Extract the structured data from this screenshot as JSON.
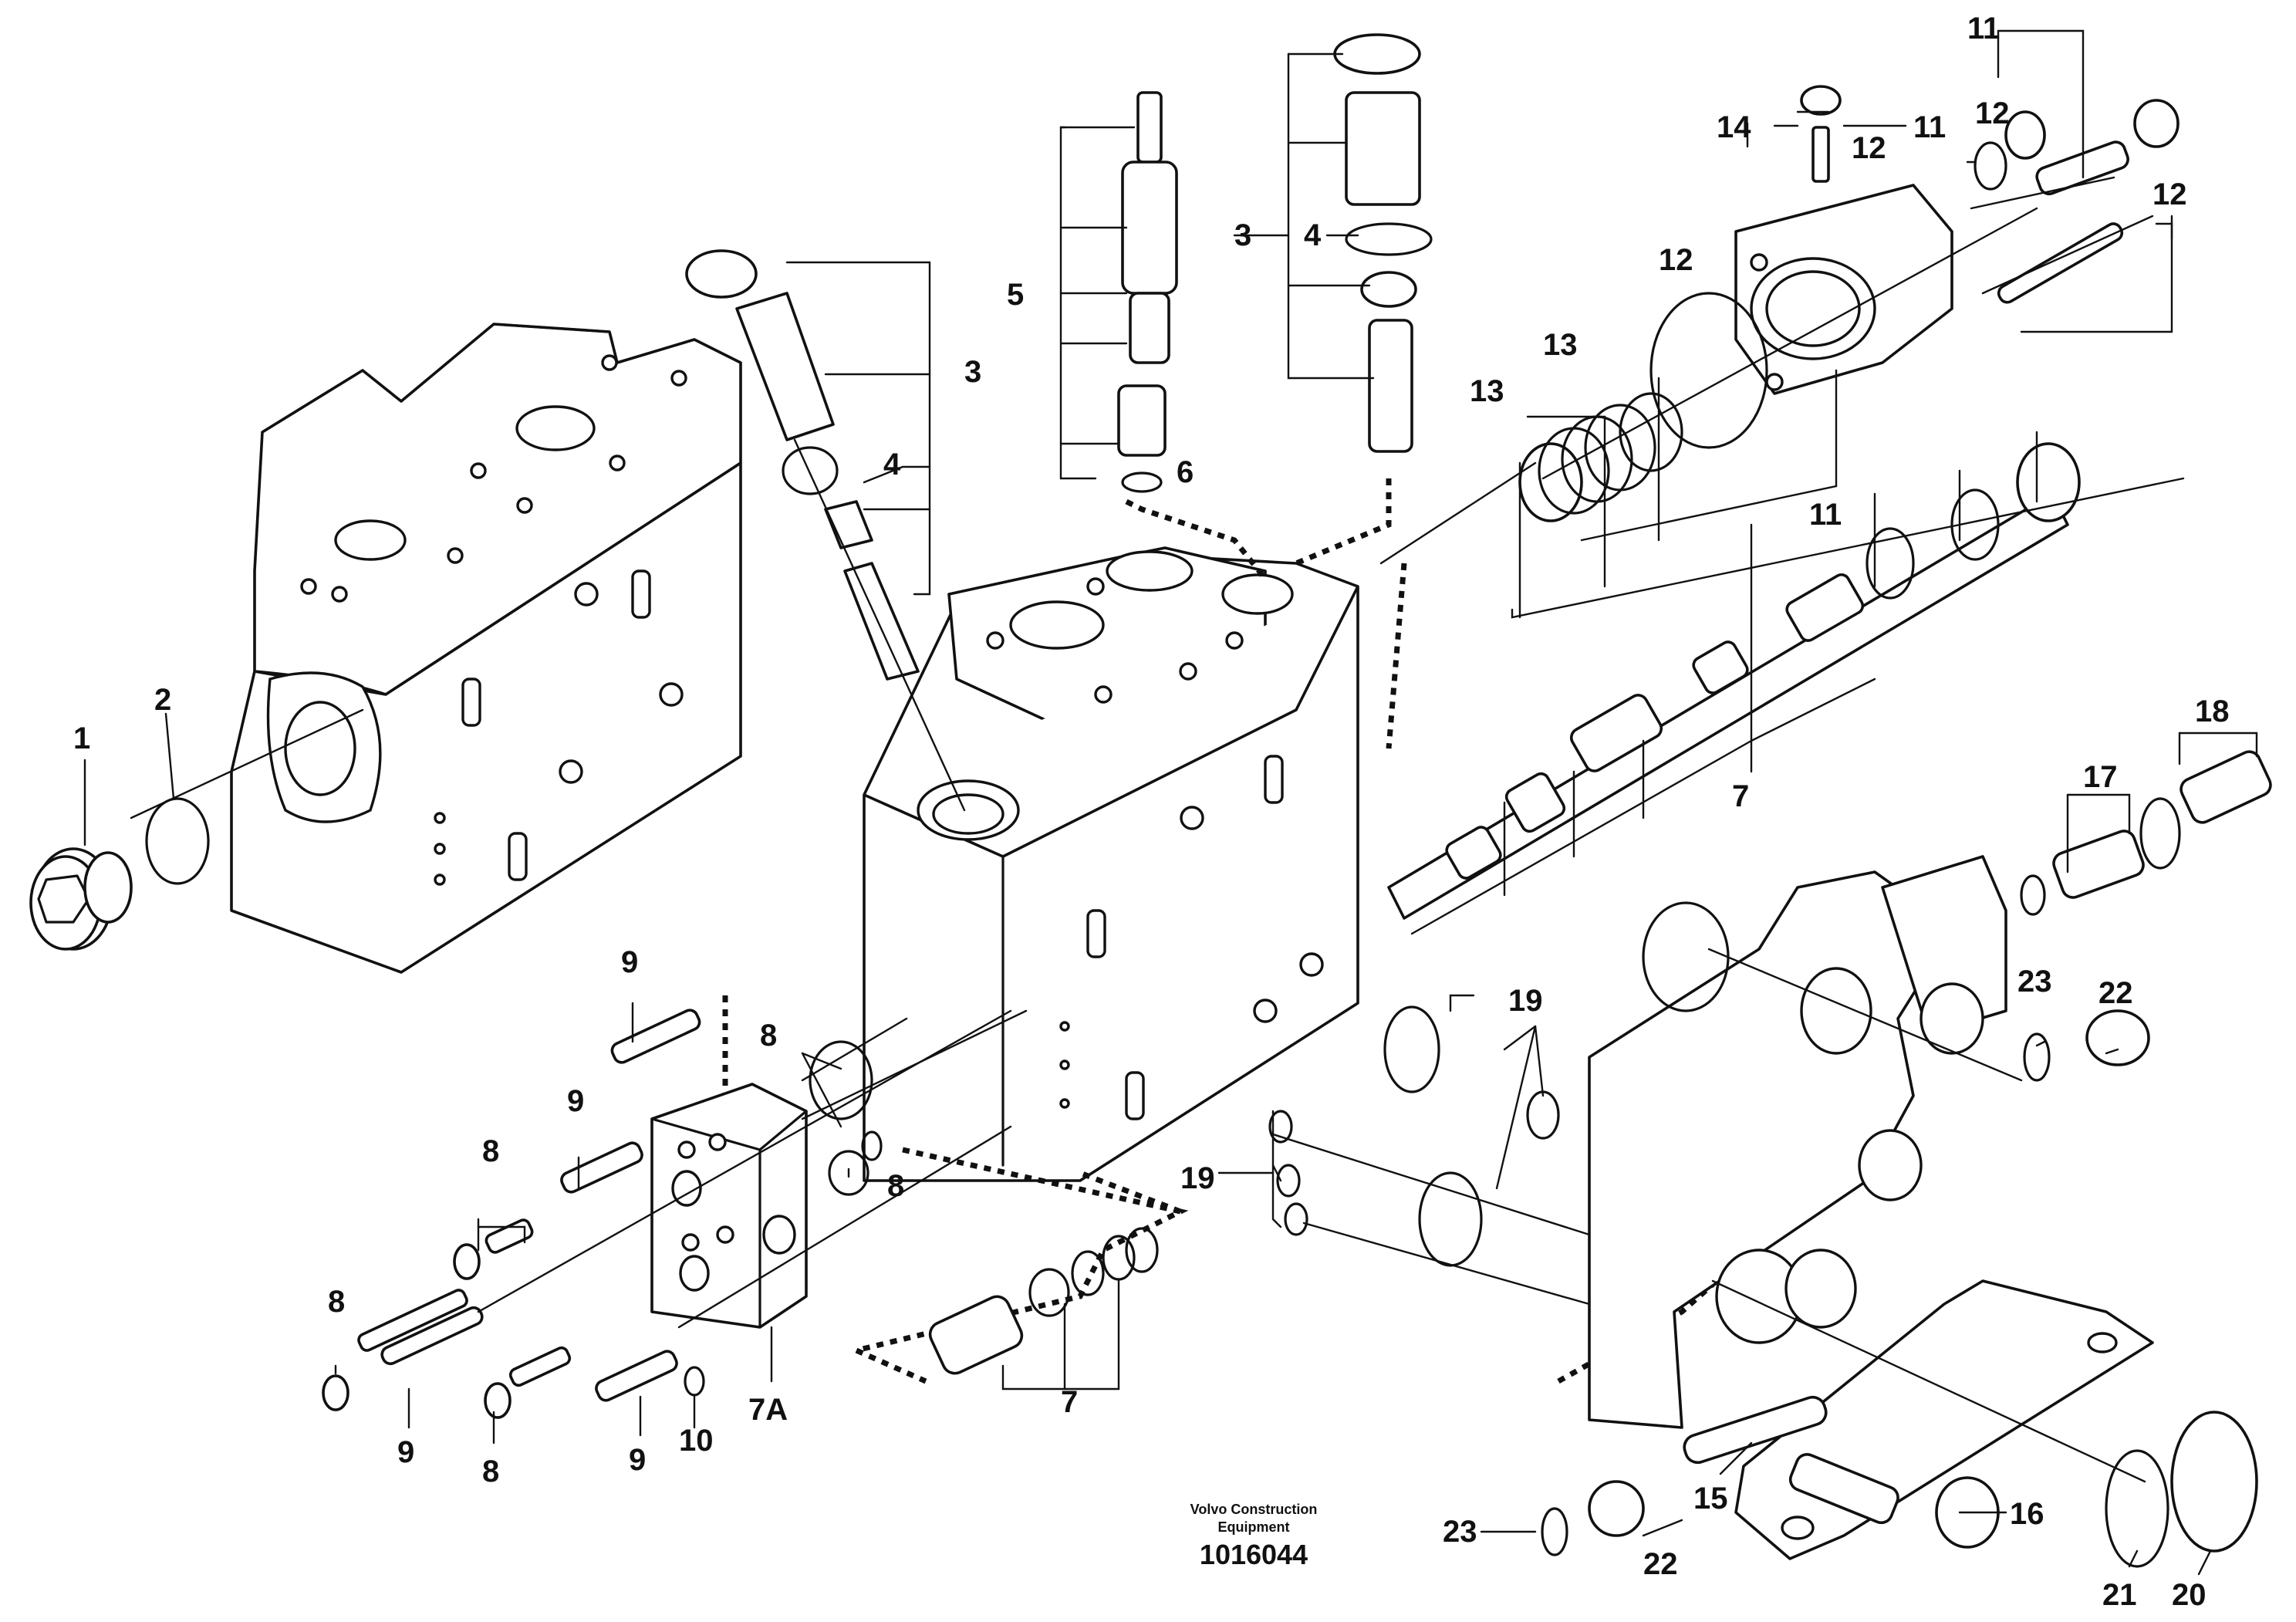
{
  "caption": {
    "line1": "Volvo Construction",
    "line2": "Equipment",
    "code": "1016044"
  },
  "labels": {
    "n1": "1",
    "n2": "2",
    "n3a": "3",
    "n3b": "3",
    "n4a": "4",
    "n4b": "4",
    "n5": "5",
    "n6": "6",
    "n7a": "7",
    "n7b": "7",
    "n7A": "7A",
    "n8a": "8",
    "n8b": "8",
    "n8c": "8",
    "n8d": "8",
    "n8e": "8",
    "n9a": "9",
    "n9b": "9",
    "n9c": "9",
    "n9d": "9",
    "n10": "10",
    "n11a": "11",
    "n11b": "11",
    "n11c": "11",
    "n12a": "12",
    "n12b": "12",
    "n12c": "12",
    "n12d": "12",
    "n13a": "13",
    "n13b": "13",
    "n14": "14",
    "n15": "15",
    "n16": "16",
    "n17": "17",
    "n18": "18",
    "n19a": "19",
    "n19b": "19",
    "n20": "20",
    "n21": "21",
    "n22a": "22",
    "n22b": "22",
    "n23a": "23",
    "n23b": "23"
  }
}
